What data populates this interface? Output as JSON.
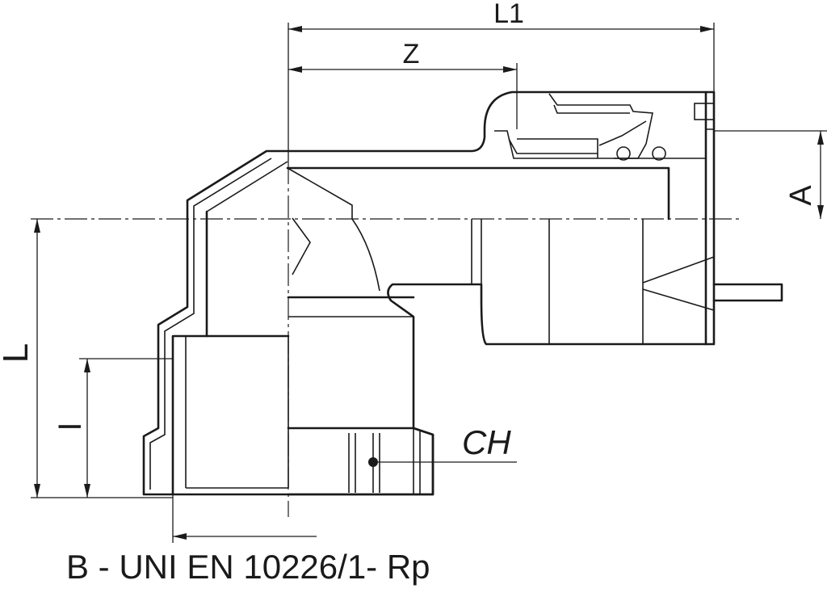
{
  "dimensions": {
    "L1": "L1",
    "Z": "Z",
    "A": "A",
    "L": "L",
    "l": "I",
    "CH": "CH"
  },
  "caption": "B - UNI EN 10226/1- Rp"
}
